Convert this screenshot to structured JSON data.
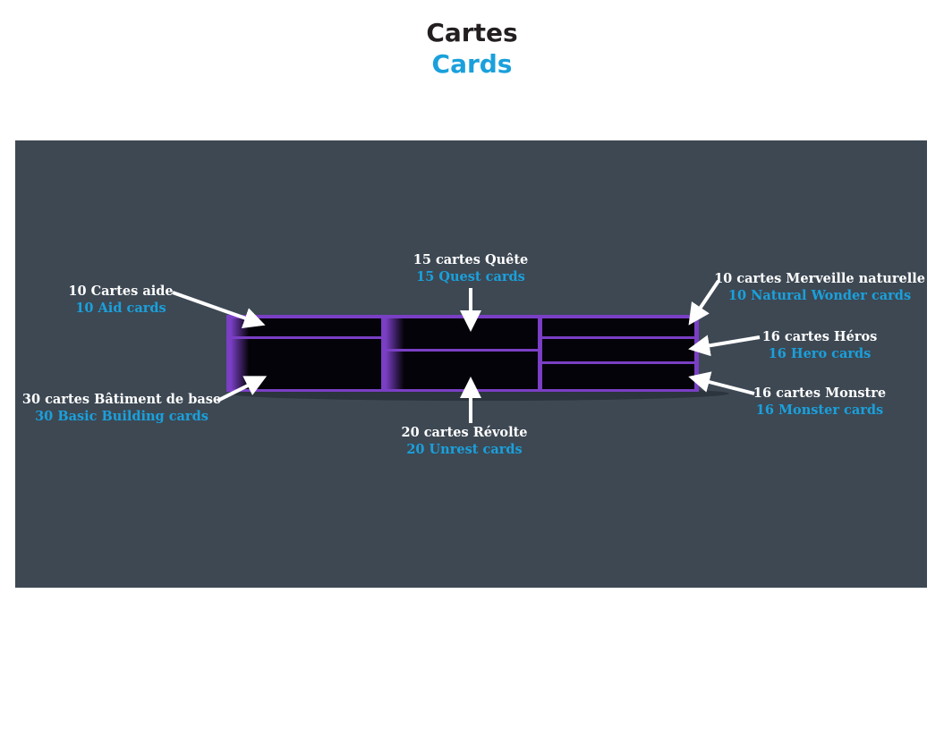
{
  "header": {
    "title_fr": "Cartes",
    "title_en": "Cards"
  },
  "colors": {
    "background": "#3d4853",
    "tray": "#7a3fc4",
    "text_fr": "#ffffff",
    "text_en": "#1aa0dc"
  },
  "labels": [
    {
      "fr": "10 Cartes aide",
      "en": "10 Aid cards"
    },
    {
      "fr": "30 cartes Bâtiment de base",
      "en": "30 Basic Building cards"
    },
    {
      "fr": "15 cartes Quête",
      "en": "15 Quest cards"
    },
    {
      "fr": "20 cartes Révolte",
      "en": "20 Unrest cards"
    },
    {
      "fr": "10 cartes Merveille naturelle",
      "en": "10 Natural Wonder cards"
    },
    {
      "fr": "16 cartes Héros",
      "en": "16 Hero cards"
    },
    {
      "fr": "16 cartes Monstre",
      "en": "16 Monster cards"
    }
  ]
}
